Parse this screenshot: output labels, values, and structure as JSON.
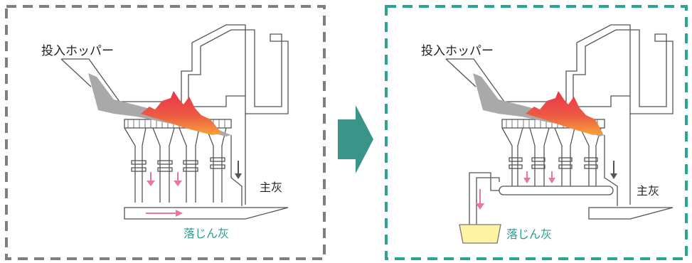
{
  "panels": {
    "before": {
      "hopper_label": "投入ホッパー",
      "main_ash_label": "主灰",
      "fallen_ash_label": "落じん灰"
    },
    "after": {
      "hopper_label": "投入ホッパー",
      "main_ash_label": "主灰",
      "fallen_ash_label": "落じん灰"
    }
  },
  "colors": {
    "before_frame": "#7f7f7f",
    "after_frame": "#2aa595",
    "transition_arrow": "#3a9487",
    "outline": "#555555",
    "waste_gray": "#a9a9a9",
    "flame_red": "#e8334b",
    "flame_orange": "#f6a23a",
    "pink_arrow": "#e7779c",
    "teal_text": "#2a9d8f",
    "ash_bin": "#fdf3a3",
    "ash_bin_border": "#777777",
    "gray_arrow": "#555555"
  },
  "icons": {
    "transition": "right-arrow-icon",
    "flow_down": "down-arrow-icon",
    "flow_right": "right-arrow-icon"
  }
}
